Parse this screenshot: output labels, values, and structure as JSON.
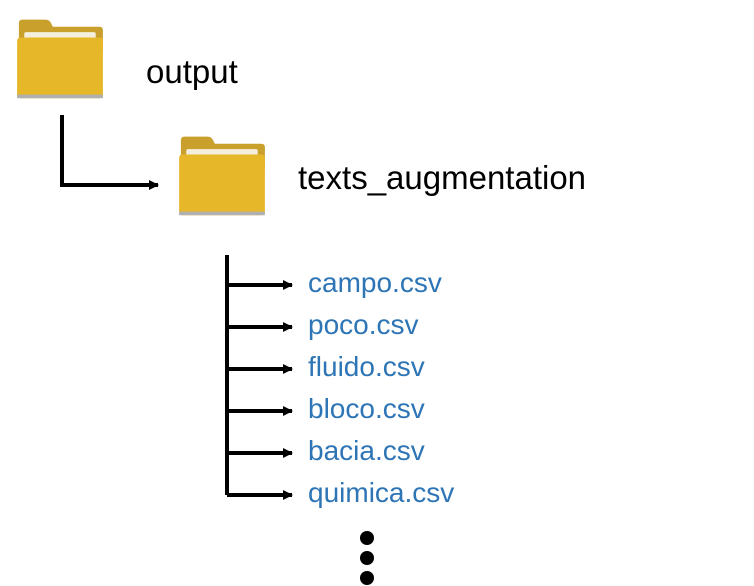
{
  "root_folder": {
    "label": "output",
    "icon": "folder-icon"
  },
  "child_folder": {
    "label": "texts_augmentation",
    "icon": "folder-icon"
  },
  "files": [
    {
      "label": "campo.csv"
    },
    {
      "label": "poco.csv"
    },
    {
      "label": "fluido.csv"
    },
    {
      "label": "bloco.csv"
    },
    {
      "label": "bacia.csv"
    },
    {
      "label": "quimica.csv"
    }
  ],
  "continuation": {
    "icon": "vertical-ellipsis-icon"
  },
  "colors": {
    "folder_body": "#E7B72A",
    "folder_back": "#C9A02B",
    "folder_paper": "#F4EFDC",
    "folder_base": "#B0B0B0",
    "file_text": "#2E75B6",
    "line": "#000000"
  }
}
